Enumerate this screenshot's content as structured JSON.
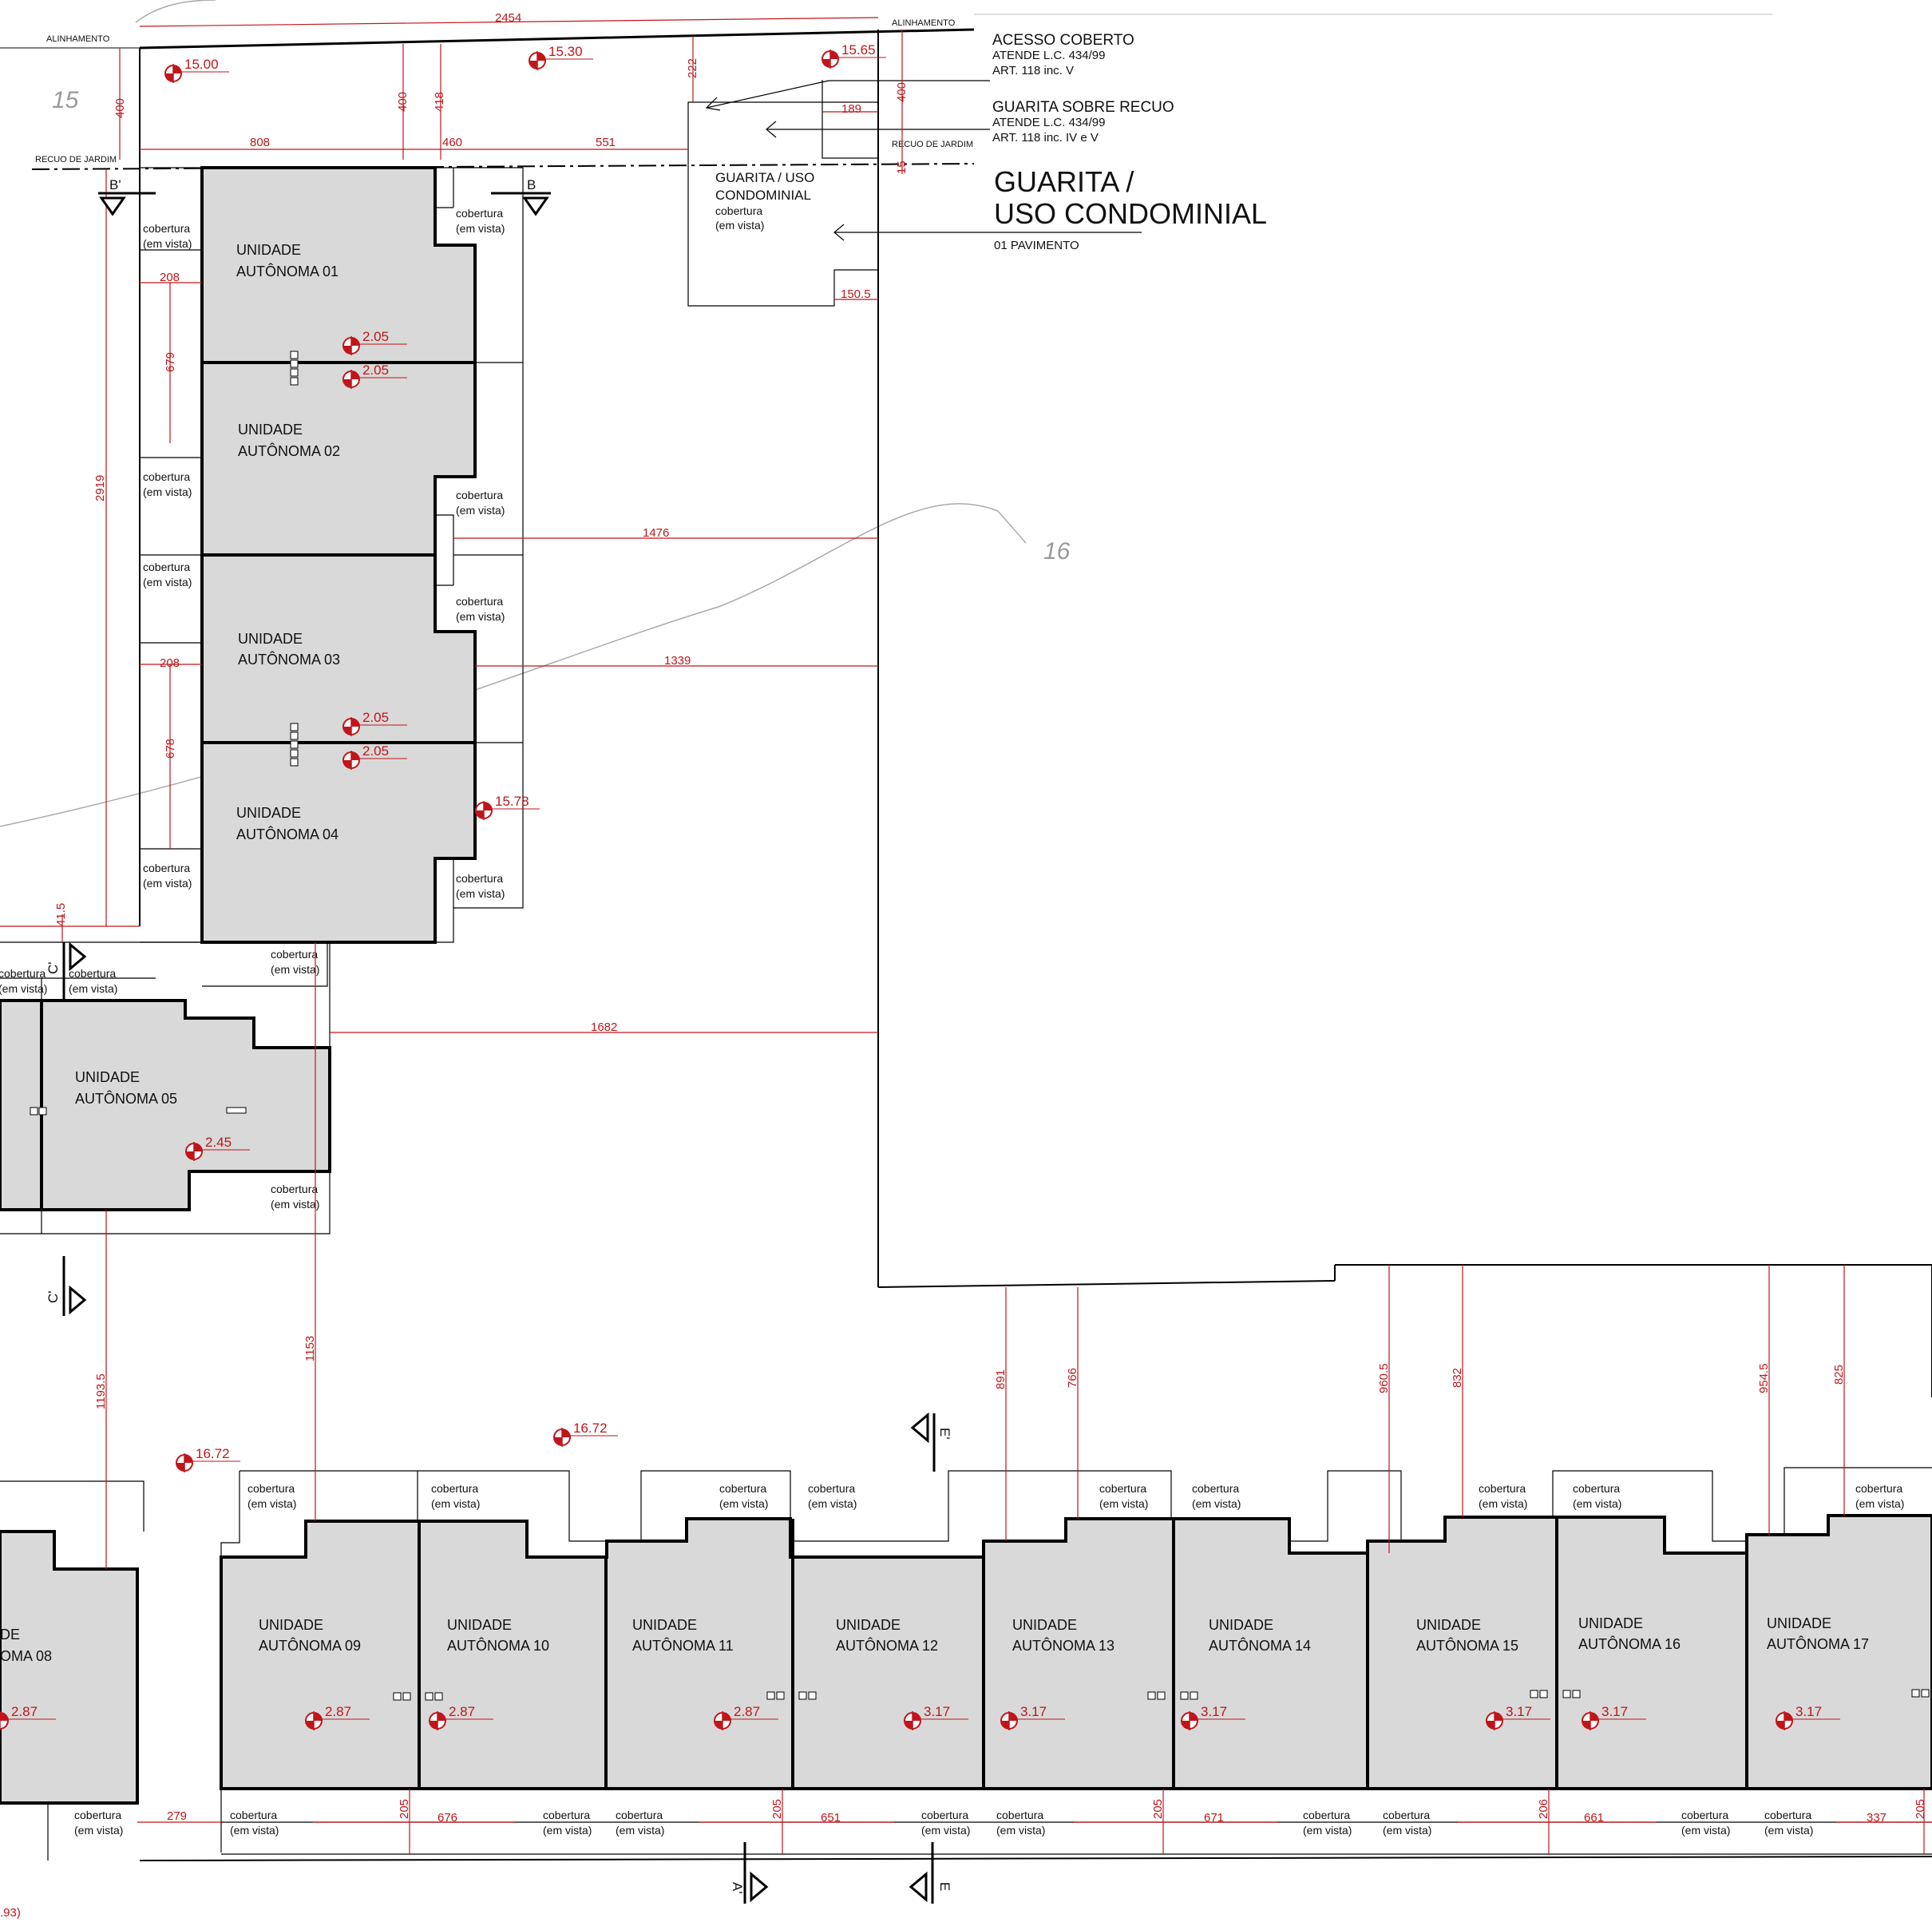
{
  "title": {
    "line1": "GUARITA /",
    "line2": "USO CONDOMINIAL",
    "sub": "01 PAVIMENTO"
  },
  "notes": {
    "acesso": {
      "title": "ACESSO COBERTO",
      "l1": "ATENDE L.C. 434/99",
      "l2": "ART. 118 inc. V"
    },
    "guarita": {
      "title": "GUARITA SOBRE RECUO",
      "l1": "ATENDE L.C. 434/99",
      "l2": "ART. 118 inc. IV e V"
    },
    "guarita_box": {
      "l1": "GUARITA / USO",
      "l2": "CONDOMINIAL",
      "l3": "cobertura",
      "l4": "(em vista)"
    }
  },
  "labels": {
    "alinhamento": "ALINHAMENTO",
    "recuo": "RECUO DE JARDIM",
    "cob1": "cobertura",
    "cob2": "(em vista)"
  },
  "contours": [
    "15",
    "16"
  ],
  "units": [
    {
      "l1": "UNIDADE",
      "l2": "AUTÔNOMA 01"
    },
    {
      "l1": "UNIDADE",
      "l2": "AUTÔNOMA 02"
    },
    {
      "l1": "UNIDADE",
      "l2": "AUTÔNOMA 03"
    },
    {
      "l1": "UNIDADE",
      "l2": "AUTÔNOMA 04"
    },
    {
      "l1": "UNIDADE",
      "l2": "AUTÔNOMA 05"
    },
    {
      "l1": "DE",
      "l2": "OMA 08"
    },
    {
      "l1": "UNIDADE",
      "l2": "AUTÔNOMA 09"
    },
    {
      "l1": "UNIDADE",
      "l2": "AUTÔNOMA 10"
    },
    {
      "l1": "UNIDADE",
      "l2": "AUTÔNOMA 11"
    },
    {
      "l1": "UNIDADE",
      "l2": "AUTÔNOMA 12"
    },
    {
      "l1": "UNIDADE",
      "l2": "AUTÔNOMA 13"
    },
    {
      "l1": "UNIDADE",
      "l2": "AUTÔNOMA 14"
    },
    {
      "l1": "UNIDADE",
      "l2": "AUTÔNOMA 15"
    },
    {
      "l1": "UNIDADE",
      "l2": "AUTÔNOMA 16"
    },
    {
      "l1": "UNIDADE",
      "l2": "AUTÔNOMA 17"
    }
  ],
  "levels": [
    "15.00",
    "15.30",
    "15.65",
    "2.05",
    "2.05",
    "2.05",
    "2.05",
    "15.78",
    "2.45",
    "16.72",
    "16.72",
    "2.87",
    "2.87",
    "2.87",
    "2.87",
    "3.17",
    "3.17",
    "3.17",
    "3.17",
    "3.17",
    "3.17"
  ],
  "dims": [
    "2454",
    "400",
    "400",
    "418",
    "222",
    "400",
    "189",
    "808",
    "460",
    "551",
    "15",
    "150.5",
    "208",
    "679",
    "2919",
    "208",
    "678",
    "41.5",
    "1476",
    "1339",
    "1682",
    "1153",
    "1193.5",
    "891",
    "766",
    "960.5",
    "832",
    "954.5",
    "825",
    "279",
    "205",
    "676",
    "205",
    "651",
    "205",
    "671",
    "206",
    "661",
    "337",
    "205",
    ".93)"
  ],
  "sections": [
    "B'",
    "B",
    "C'",
    "C'",
    "E'",
    "A'",
    "E"
  ]
}
